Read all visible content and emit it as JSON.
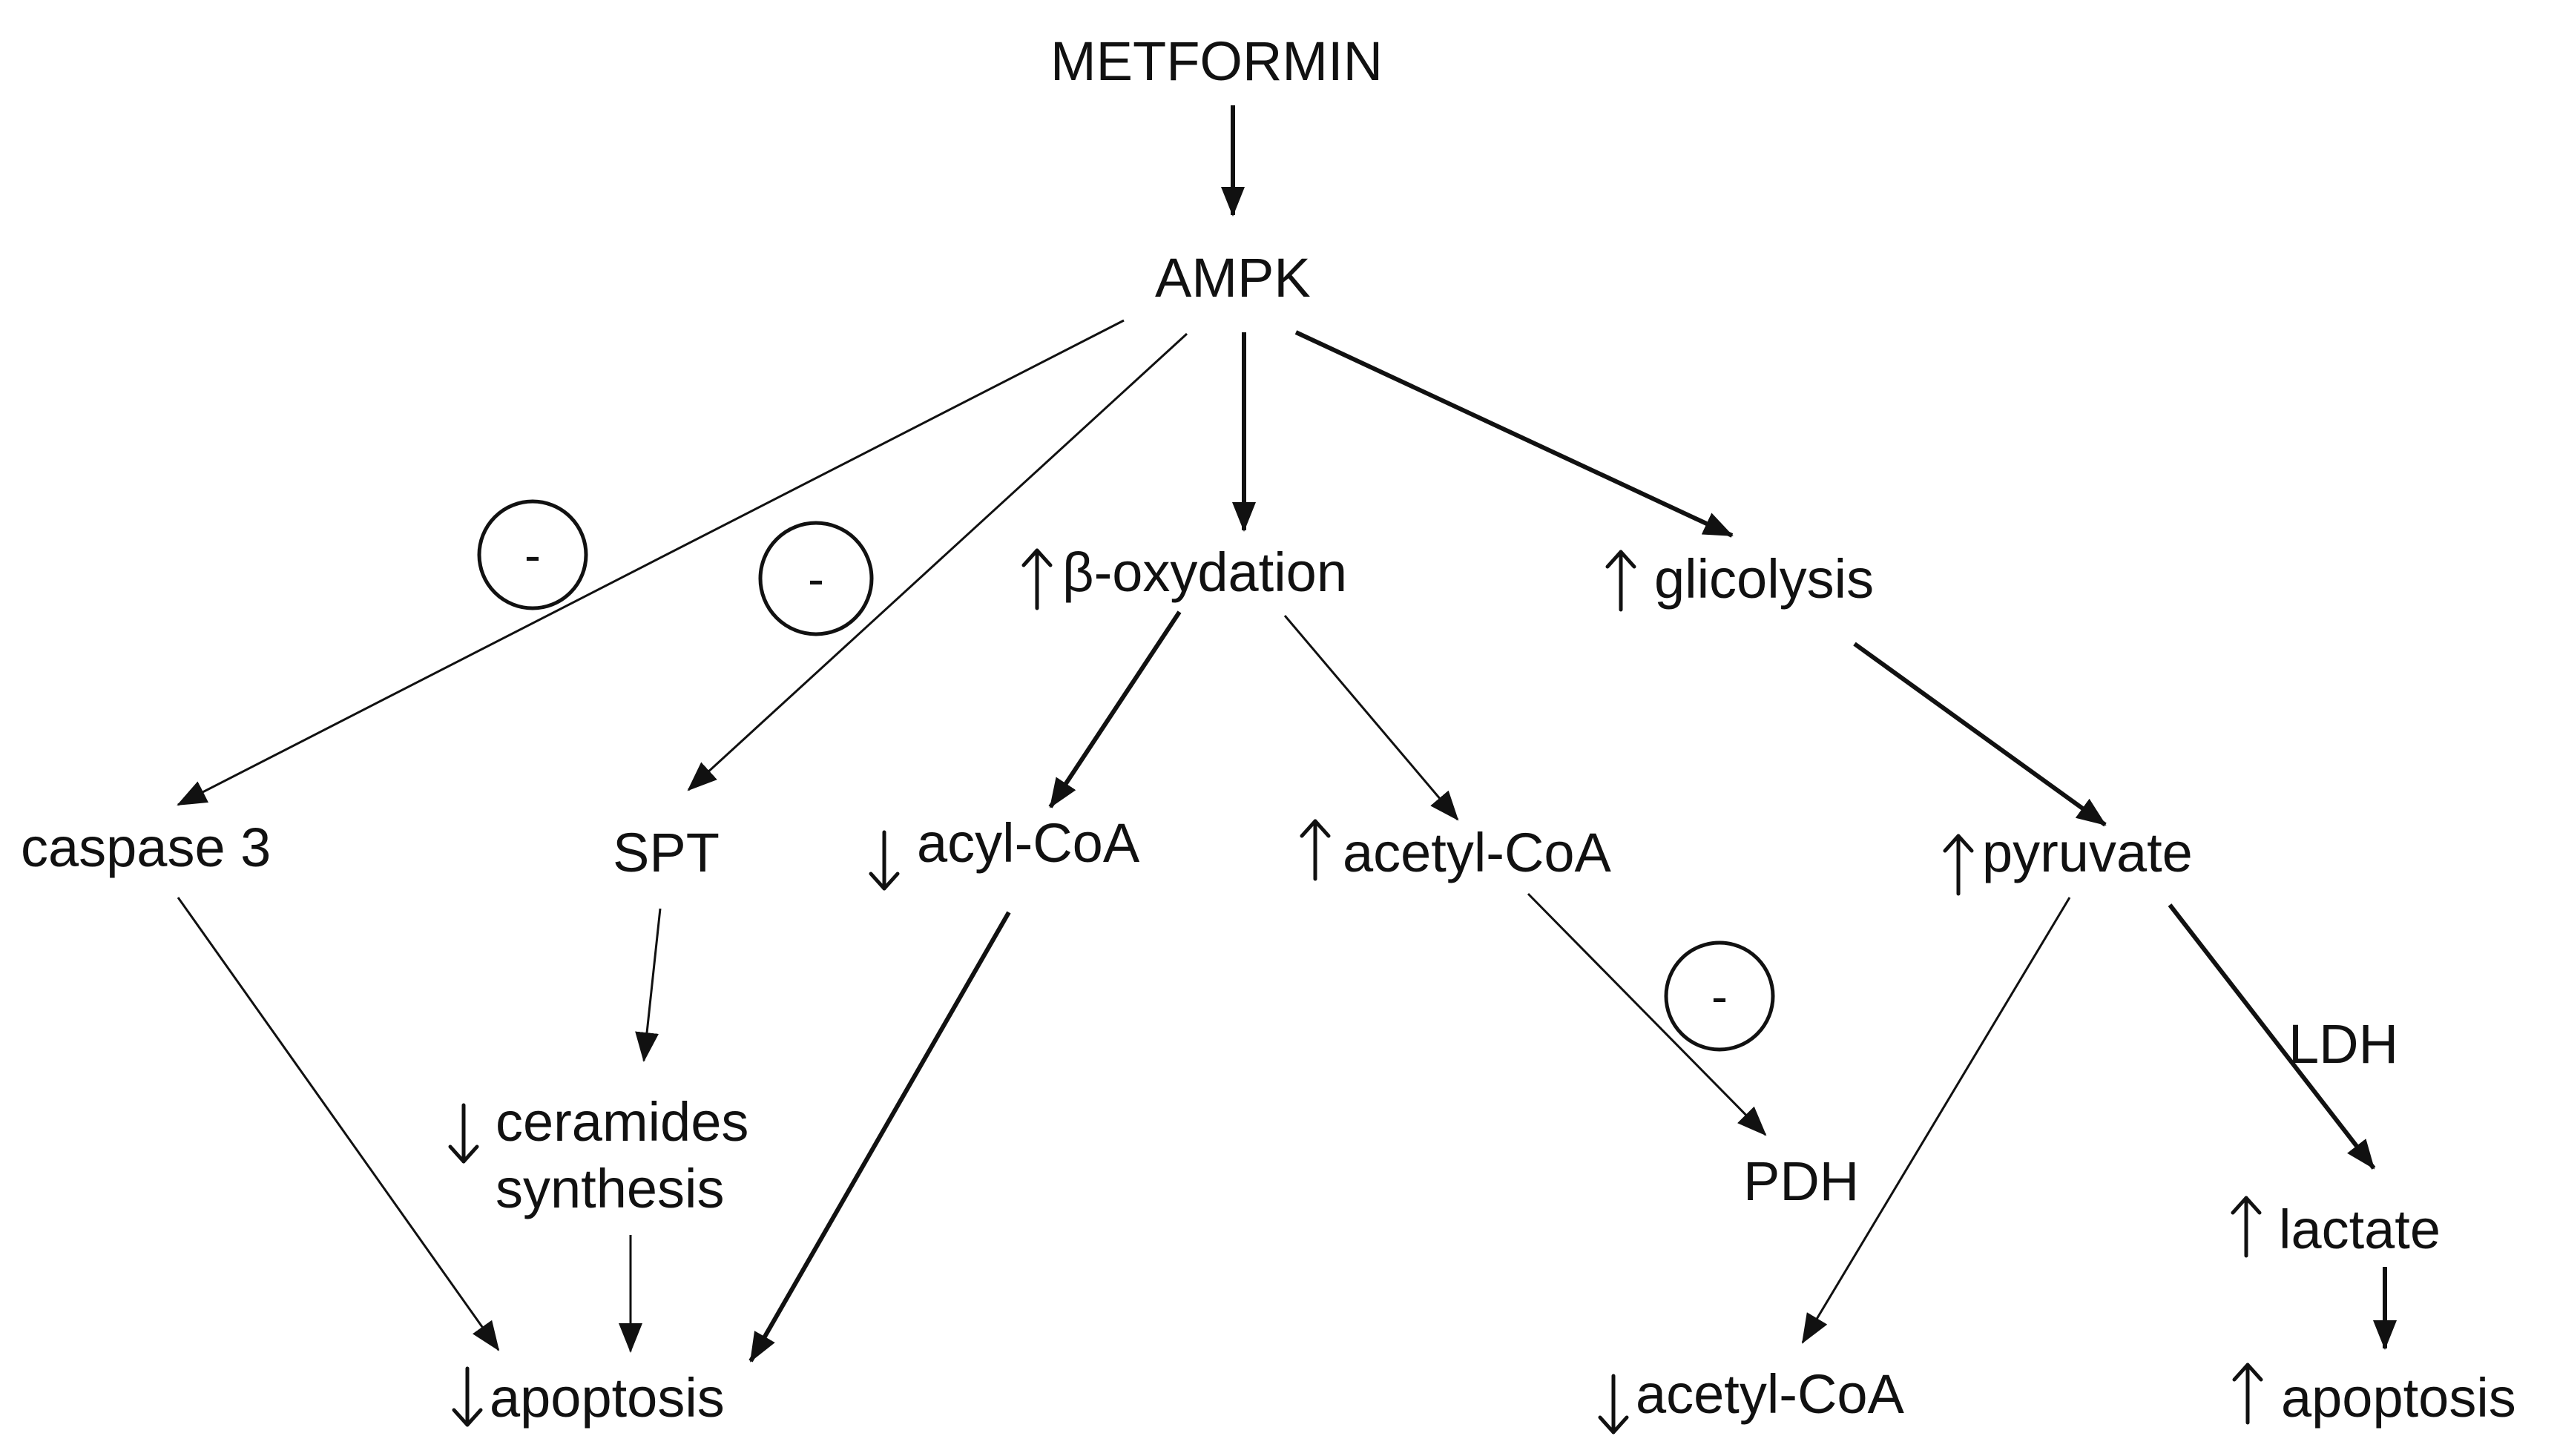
{
  "nodes": {
    "metformin": {
      "label": "METFORMIN"
    },
    "ampk": {
      "label": "AMPK"
    },
    "beta_oxidation": {
      "label": "β-oxydation",
      "indicator": "up"
    },
    "glycolysis": {
      "label": "glicolysis",
      "indicator": "up"
    },
    "caspase3": {
      "label": "caspase 3"
    },
    "spt": {
      "label": "SPT"
    },
    "acyl_coa": {
      "label": "acyl-CoA",
      "indicator": "down"
    },
    "acetyl_coa_up": {
      "label": "acetyl-CoA",
      "indicator": "up"
    },
    "pyruvate": {
      "label": "pyruvate",
      "indicator": "up"
    },
    "ceramides": {
      "label_line1": "ceramides",
      "label_line2": "synthesis",
      "indicator": "down"
    },
    "pdh": {
      "label": "PDH"
    },
    "lactate": {
      "label": "lactate",
      "indicator": "up"
    },
    "apoptosis_down": {
      "label": "apoptosis",
      "indicator": "down"
    },
    "acetyl_coa_down": {
      "label": "acetyl-CoA",
      "indicator": "down"
    },
    "apoptosis_up": {
      "label": "apoptosis",
      "indicator": "up"
    }
  },
  "edge_labels": {
    "ldh": "LDH"
  },
  "inhibition_symbol": "-",
  "edges": [
    {
      "from": "metformin",
      "to": "ampk"
    },
    {
      "from": "ampk",
      "to": "caspase3",
      "inhibitory": true
    },
    {
      "from": "ampk",
      "to": "spt",
      "inhibitory": true
    },
    {
      "from": "ampk",
      "to": "beta_oxidation"
    },
    {
      "from": "ampk",
      "to": "glycolysis"
    },
    {
      "from": "beta_oxidation",
      "to": "acyl_coa"
    },
    {
      "from": "beta_oxidation",
      "to": "acetyl_coa_up"
    },
    {
      "from": "glycolysis",
      "to": "pyruvate"
    },
    {
      "from": "caspase3",
      "to": "apoptosis_down"
    },
    {
      "from": "spt",
      "to": "ceramides"
    },
    {
      "from": "ceramides",
      "to": "apoptosis_down"
    },
    {
      "from": "acyl_coa",
      "to": "apoptosis_down"
    },
    {
      "from": "acetyl_coa_up",
      "to": "pdh",
      "inhibitory": true
    },
    {
      "from": "pyruvate",
      "to": "acetyl_coa_down"
    },
    {
      "from": "pyruvate",
      "to": "lactate",
      "label": "LDH"
    },
    {
      "from": "lactate",
      "to": "apoptosis_up"
    }
  ]
}
